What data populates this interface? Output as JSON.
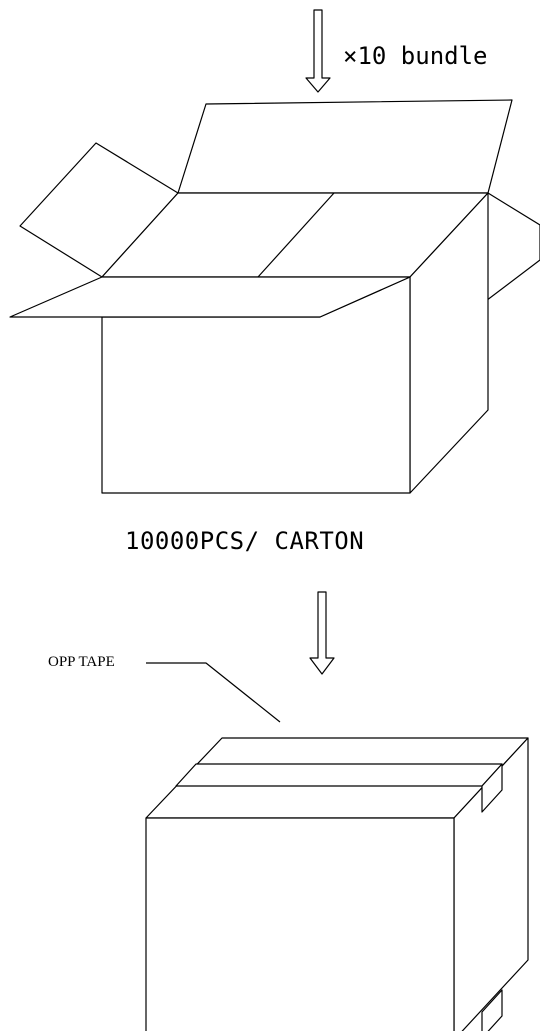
{
  "top_step": {
    "bundle_label": "×10 bundle"
  },
  "open_carton": {
    "caption": "10000PCS/ CARTON"
  },
  "sealed_carton": {
    "tape_label": "OPP TAPE"
  },
  "colors": {
    "line": "#000000",
    "background": "#ffffff"
  }
}
